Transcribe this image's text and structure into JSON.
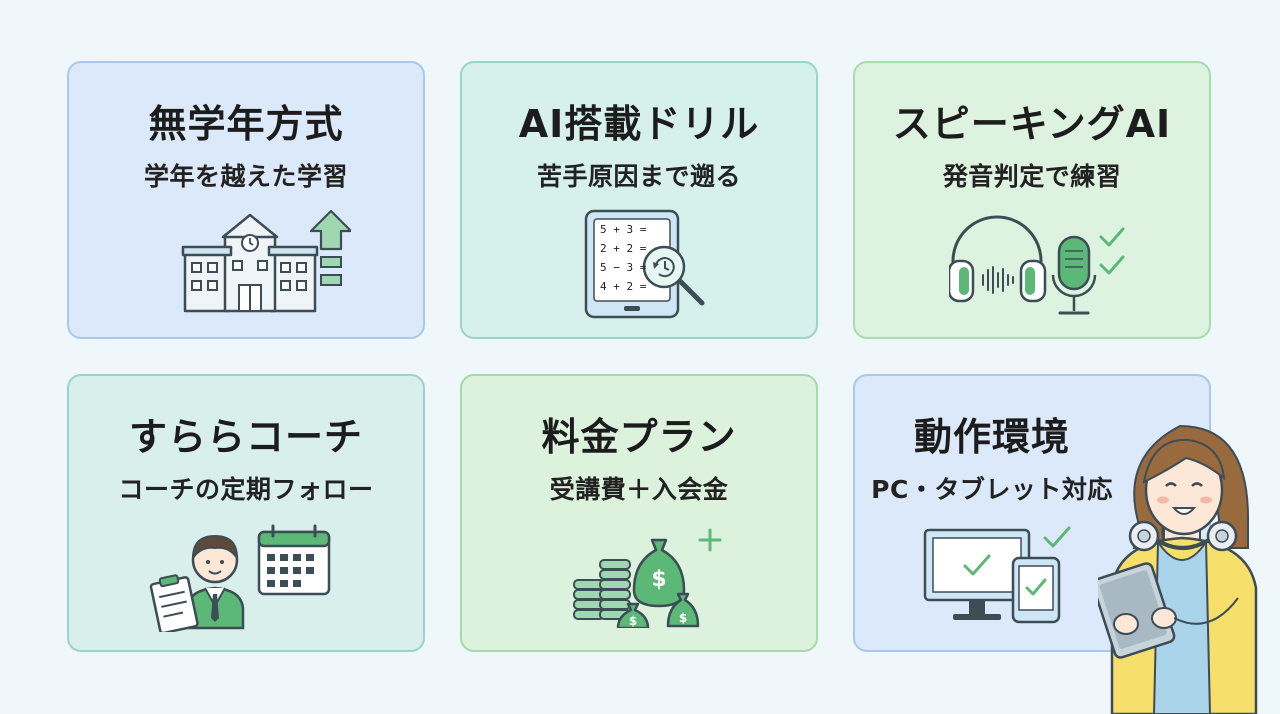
{
  "cards": [
    {
      "title": "無学年方式",
      "subtitle": "学年を越えた学習",
      "icon": "school-growth-icon"
    },
    {
      "title": "AI搭載ドリル",
      "subtitle": "苦手原因まで遡る",
      "icon": "tablet-drill-icon"
    },
    {
      "title": "スピーキングAI",
      "subtitle": "発音判定で練習",
      "icon": "headphones-mic-icon"
    },
    {
      "title": "すららコーチ",
      "subtitle": "コーチの定期フォロー",
      "icon": "coach-calendar-icon"
    },
    {
      "title": "料金プラン",
      "subtitle": "受講費＋入会金",
      "icon": "money-bags-icon"
    },
    {
      "title": "動作環境",
      "subtitle": "PC・タブレット対応",
      "icon": "devices-icon"
    }
  ],
  "drill": {
    "equations": [
      "5 + 3 =",
      "2 + 2 =",
      "5 − 3 =",
      "4 + 2 ="
    ]
  },
  "colors": {
    "accent_green": "#5cb877",
    "line": "#3d4d55"
  }
}
